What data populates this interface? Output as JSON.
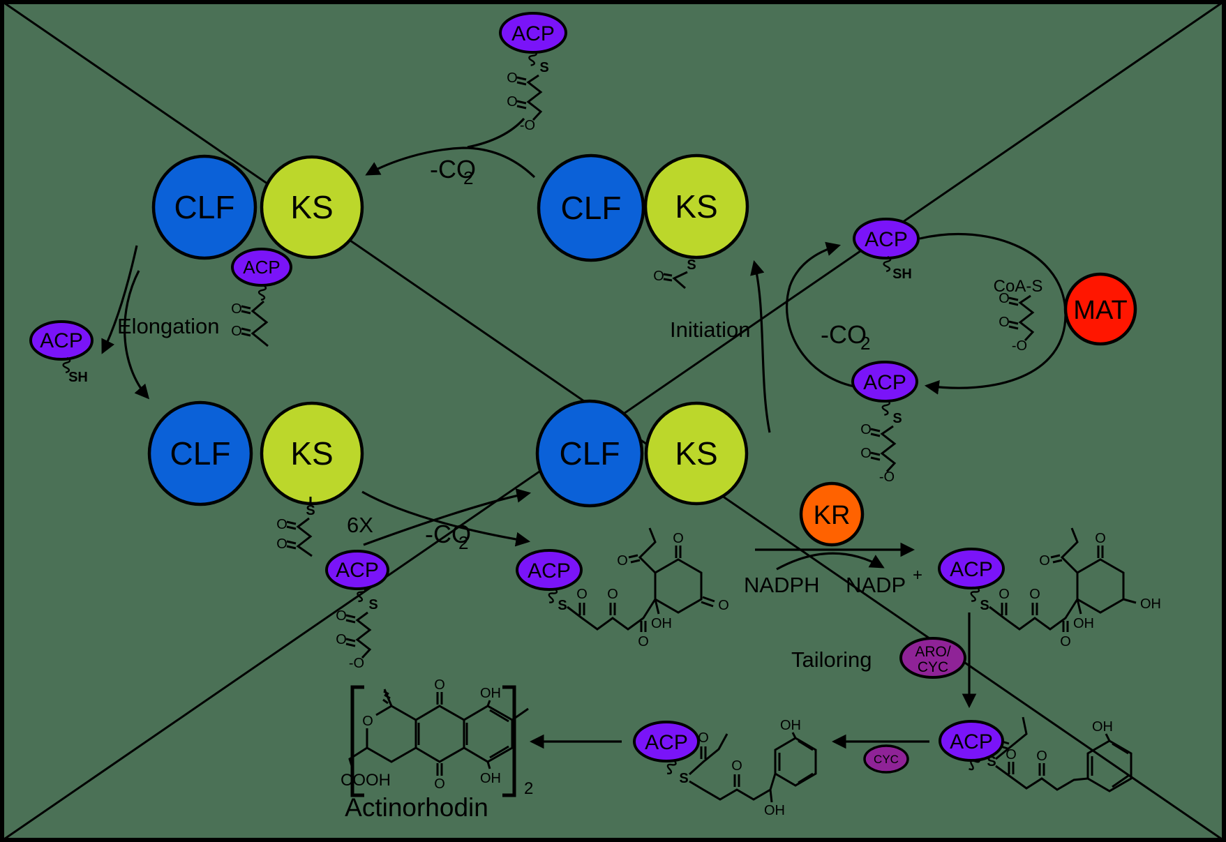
{
  "colors": {
    "background": "#4B7156",
    "clf_fill": "#0B61D8",
    "ks_fill": "#BCD72B",
    "acp_fill": "#7A14F8",
    "mat_fill": "#FF1600",
    "kr_fill": "#FF6200",
    "cyclase_fill": "#8F2397",
    "cyclase_text": "#2F2468",
    "line": "#000000"
  },
  "enzymes": {
    "clf": "CLF",
    "ks": "KS",
    "acp": "ACP",
    "mat": "MAT",
    "kr": "KR",
    "aro_cyc_line1": "ARO/",
    "aro_cyc_line2": "CYC",
    "cyc": "CYC"
  },
  "steps": {
    "elongation": "Elongation",
    "initiation": "Initiation",
    "tailoring": "Tailoring",
    "multiplier": "6X",
    "decarboxylation": "-CO",
    "decarboxylation_sub": "2",
    "nadph": "NADPH",
    "nadp": "NADP",
    "nadp_superscript": "+"
  },
  "chemistry": {
    "s": "S",
    "sh": "SH",
    "o": "O",
    "o_minus": "-O",
    "oh": "OH",
    "coa_s": "CoA-S",
    "cooh": "COOH"
  },
  "product": {
    "name": "Actinorhodin",
    "dimer_subscript": "2"
  }
}
